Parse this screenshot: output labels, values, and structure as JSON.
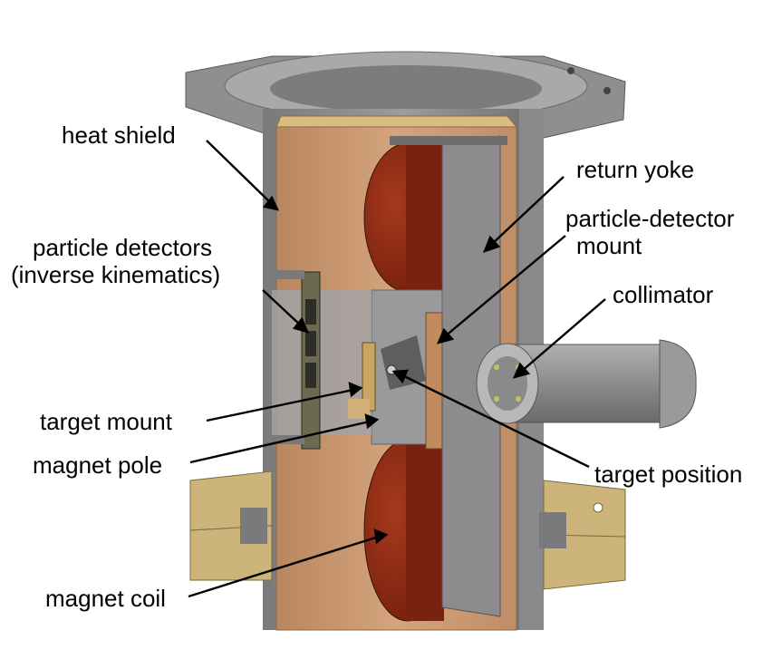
{
  "labels": {
    "heat_shield": "heat shield",
    "return_yoke": "return yoke",
    "particle_detector_mount_line1": "particle-detector",
    "particle_detector_mount_line2": "mount",
    "particle_detectors_line1": "particle detectors",
    "particle_detectors_line2": "(inverse kinematics)",
    "collimator": "collimator",
    "target_mount": "target mount",
    "magnet_pole": "magnet pole",
    "target_position": "target position",
    "magnet_coil": "magnet coil"
  },
  "colors": {
    "steel": "#8a8a8c",
    "steel_dark": "#6e6e70",
    "steel_light": "#b4b4b6",
    "copper_shield": "#c99a72",
    "coil_red": "#8e2a14",
    "brass": "#cdb47a",
    "detector_dark": "#3a3a30"
  }
}
